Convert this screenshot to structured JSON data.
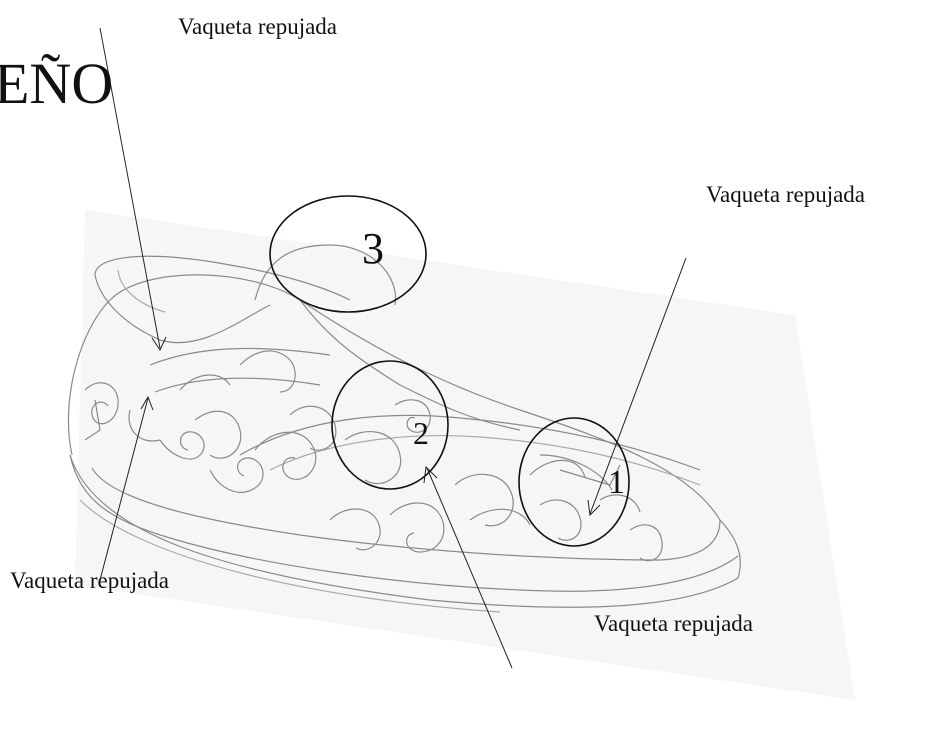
{
  "heading_fragment": "EÑO",
  "callouts": [
    {
      "id": "top",
      "text": "Vaqueta repujada"
    },
    {
      "id": "right",
      "text": "Vaqueta repujada"
    },
    {
      "id": "left",
      "text": "Vaqueta repujada"
    },
    {
      "id": "bottom",
      "text": "Vaqueta repujada"
    }
  ],
  "circle_markers": [
    "1",
    "2",
    "3"
  ]
}
